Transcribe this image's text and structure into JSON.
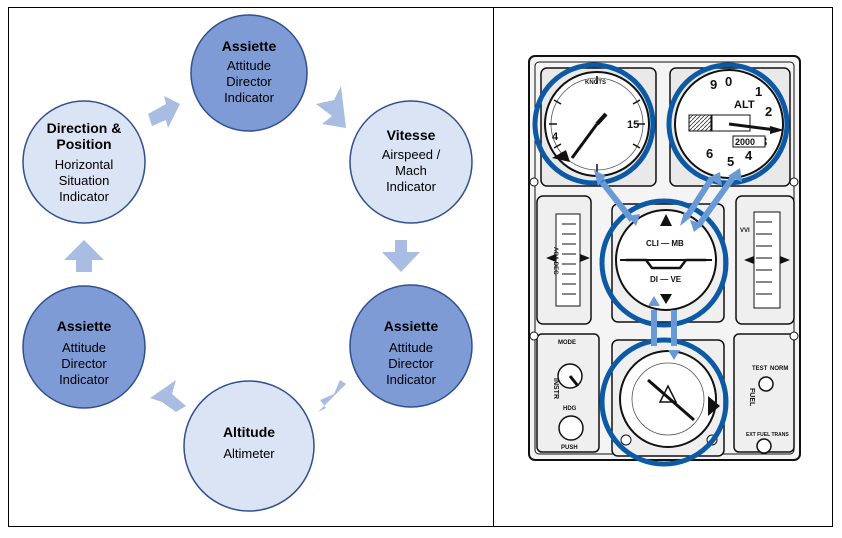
{
  "cycle_nodes": [
    {
      "id": "top",
      "title": "Assiette",
      "subtitle": [
        "Attitude",
        "Director",
        "Indicator"
      ],
      "fill": "#7f9bd6"
    },
    {
      "id": "upper-right",
      "title": "Vitesse",
      "subtitle": [
        "Airspeed /",
        "Mach",
        "Indicator"
      ],
      "fill": "#dbe4f5"
    },
    {
      "id": "lower-right",
      "title": "Assiette",
      "subtitle": [
        "Attitude",
        "Director",
        "Indicator"
      ],
      "fill": "#7f9bd6"
    },
    {
      "id": "bottom",
      "title": "Altitude",
      "subtitle": [
        "Altimeter"
      ],
      "fill": "#dbe4f5"
    },
    {
      "id": "lower-left",
      "title": "Assiette",
      "subtitle": [
        "Attitude",
        "Director",
        "Indicator"
      ],
      "fill": "#7f9bd6"
    },
    {
      "id": "upper-left",
      "title": "Direction & Position",
      "title_lines": [
        "Direction &",
        "Position"
      ],
      "subtitle": [
        "Horizontal",
        "Situation",
        "Indicator"
      ],
      "fill": "#dbe4f5"
    }
  ],
  "cockpit_panel": {
    "altimeter_label": "ALT",
    "altimeter_digits": "2000",
    "airspeed_label": "KNOTS",
    "adi_labels": [
      "CLI — MB",
      "DI — VE"
    ],
    "left_tape_label": "AOA DEG",
    "right_tape_label": "VVI",
    "mode_label": "MODE",
    "instr_label": "INSTR",
    "hdg_label": "HDG",
    "push_label": "PUSH",
    "fuel_label": "FUEL",
    "test_label": "TEST",
    "norm_label": "NORM",
    "ext_fuel_trans": "EXT FUEL TRANS"
  },
  "colors": {
    "node_dark": "#7f9bd6",
    "node_light": "#dbe4f5",
    "node_stroke": "#2f4f8f",
    "arrow": "#a9bde3",
    "highlight": "#0c5aa6",
    "highlight_arrow": "#6a9ad6"
  }
}
